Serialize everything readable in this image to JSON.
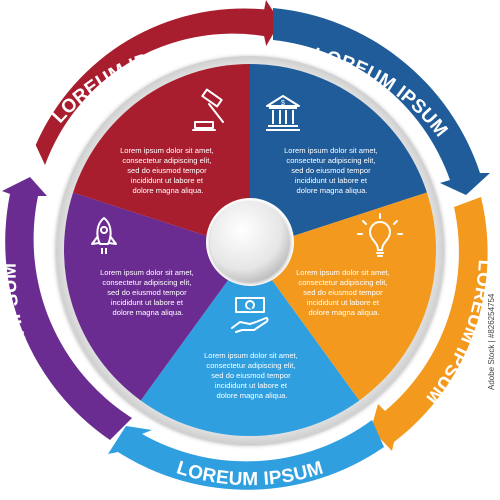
{
  "colors": {
    "red": "#A81E2E",
    "blue": "#1F5C99",
    "orange": "#F39A1E",
    "light_blue": "#2F9FE0",
    "purple": "#6A2C91"
  },
  "segments": [
    {
      "id": "red",
      "color": "#A81E2E",
      "icon": "gavel-icon",
      "text": [
        "Lorem ipsum dolor sit amet,",
        "consectetur adipiscing elit,",
        "sed do eiusmod tempor",
        "incididunt ut labore et",
        "dolore magna aliqua."
      ]
    },
    {
      "id": "blue",
      "color": "#1F5C99",
      "icon": "bank-icon",
      "text": [
        "Lorem ipsum dolor sit amet,",
        "consectetur adipiscing elit,",
        "sed do eiusmod tempor",
        "incididunt ut labore et",
        "dolore magna aliqua."
      ]
    },
    {
      "id": "orange",
      "color": "#F39A1E",
      "icon": "lightbulb-icon",
      "text": [
        "Lorem ipsum dolor sit amet,",
        "consectetur adipiscing elit,",
        "sed do eiusmod tempor",
        "incididunt ut labore et",
        "dolore magna aliqua."
      ]
    },
    {
      "id": "light_blue",
      "color": "#2F9FE0",
      "icon": "money-hand-icon",
      "text": [
        "Lorem ipsum dolor sit amet,",
        "consectetur adipiscing elit,",
        "sed do eiusmod tempor",
        "incididunt ut labore et",
        "dolore magna aliqua."
      ]
    },
    {
      "id": "purple",
      "color": "#6A2C91",
      "icon": "rocket-icon",
      "text": [
        "Lorem ipsum dolor sit amet,",
        "consectetur adipiscing elit,",
        "sed do eiusmod tempor",
        "incididunt ut labore et",
        "dolore magna aliqua."
      ]
    }
  ],
  "arcs": [
    {
      "id": "red",
      "label": "LOREUM IPSUM"
    },
    {
      "id": "blue",
      "label": "LOREUM IPSUM"
    },
    {
      "id": "orange",
      "label": "LOREUM IPSUM"
    },
    {
      "id": "light_blue",
      "label": "LOREUM IPSUM"
    },
    {
      "id": "purple",
      "label": "LOREUM IPSUM"
    }
  ],
  "center_icon": "dollar-icon",
  "watermark": "Adobe Stock | #826254754"
}
